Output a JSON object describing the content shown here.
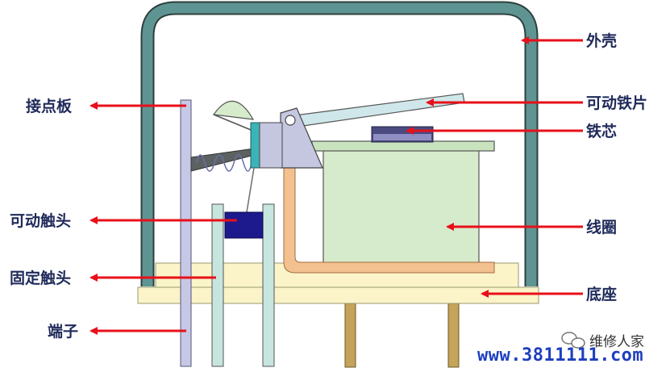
{
  "labels": {
    "outer_shell": "外壳",
    "contact_plate": "接点板",
    "movable_iron": "可动铁片",
    "iron_core": "铁芯",
    "movable_contact": "可动触头",
    "coil": "线圈",
    "fixed_contact": "固定触头",
    "base": "底座",
    "terminal": "端子"
  },
  "watermark": {
    "brand": "维修人家",
    "url": "www.3811111.com"
  },
  "colors": {
    "shell": "#5e9592",
    "shell_outline": "#2d3f3d",
    "arrow": "#e8101a",
    "label_text": "#1f2a5a",
    "base_fill": "#fbf4c9",
    "coil_fill": "#d6ebcb",
    "contact_plate": "#c7c8e6",
    "terminal_fill": "#c6e5df",
    "movable_contact": "#1c1a8c",
    "iron_core": "#4a4a80",
    "pole_fill": "#f3c08f",
    "leg_fill": "#c4a35a",
    "url_text": "#1d3fbf"
  },
  "icons": [
    "watermark-logo-icon"
  ]
}
